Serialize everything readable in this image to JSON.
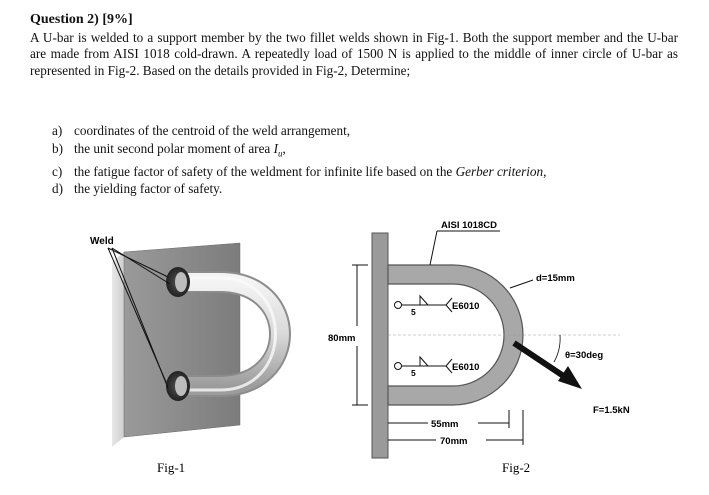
{
  "question": {
    "title": "Question 2) [9%]",
    "para_1": "A U-bar is welded to a support member by the two fillet welds shown in Fig-1. Both the support member and the U-bar are made from AISI 1018 cold-drawn. A repeatedly load of 1500 N is applied to the middle of inner circle of U-bar as represented in Fig-2. Based on the details provided in Fig-2, Determine;",
    "items": [
      {
        "label": "a)",
        "pre": "coordinates of the centroid of the weld arrangement,",
        "em": "",
        "post": ""
      },
      {
        "label": "b)",
        "pre": "the unit second polar moment of area ",
        "em": "I",
        "sub": "u",
        "post": ","
      },
      {
        "label": "c)",
        "pre": "the fatigue factor of safety of the weldment for infinite life based on the ",
        "em": "Gerber criterion",
        "post": ","
      },
      {
        "label": "d)",
        "pre": "the yielding factor of safety.",
        "em": "",
        "post": ""
      }
    ]
  },
  "fig1": {
    "weld_label": "Weld",
    "caption": "Fig-1"
  },
  "fig2": {
    "material_label": "AISI 1018CD",
    "diameter_label": "d=15mm",
    "height_label": "80mm",
    "electrode_top": "E6010",
    "electrode_bottom": "E6010",
    "weld_size_top": "5",
    "weld_size_bottom": "5",
    "angle_label": "θ=30deg",
    "force_label": "F=1.5kN",
    "dim_55": "55mm",
    "dim_70": "70mm",
    "caption": "Fig-2"
  }
}
